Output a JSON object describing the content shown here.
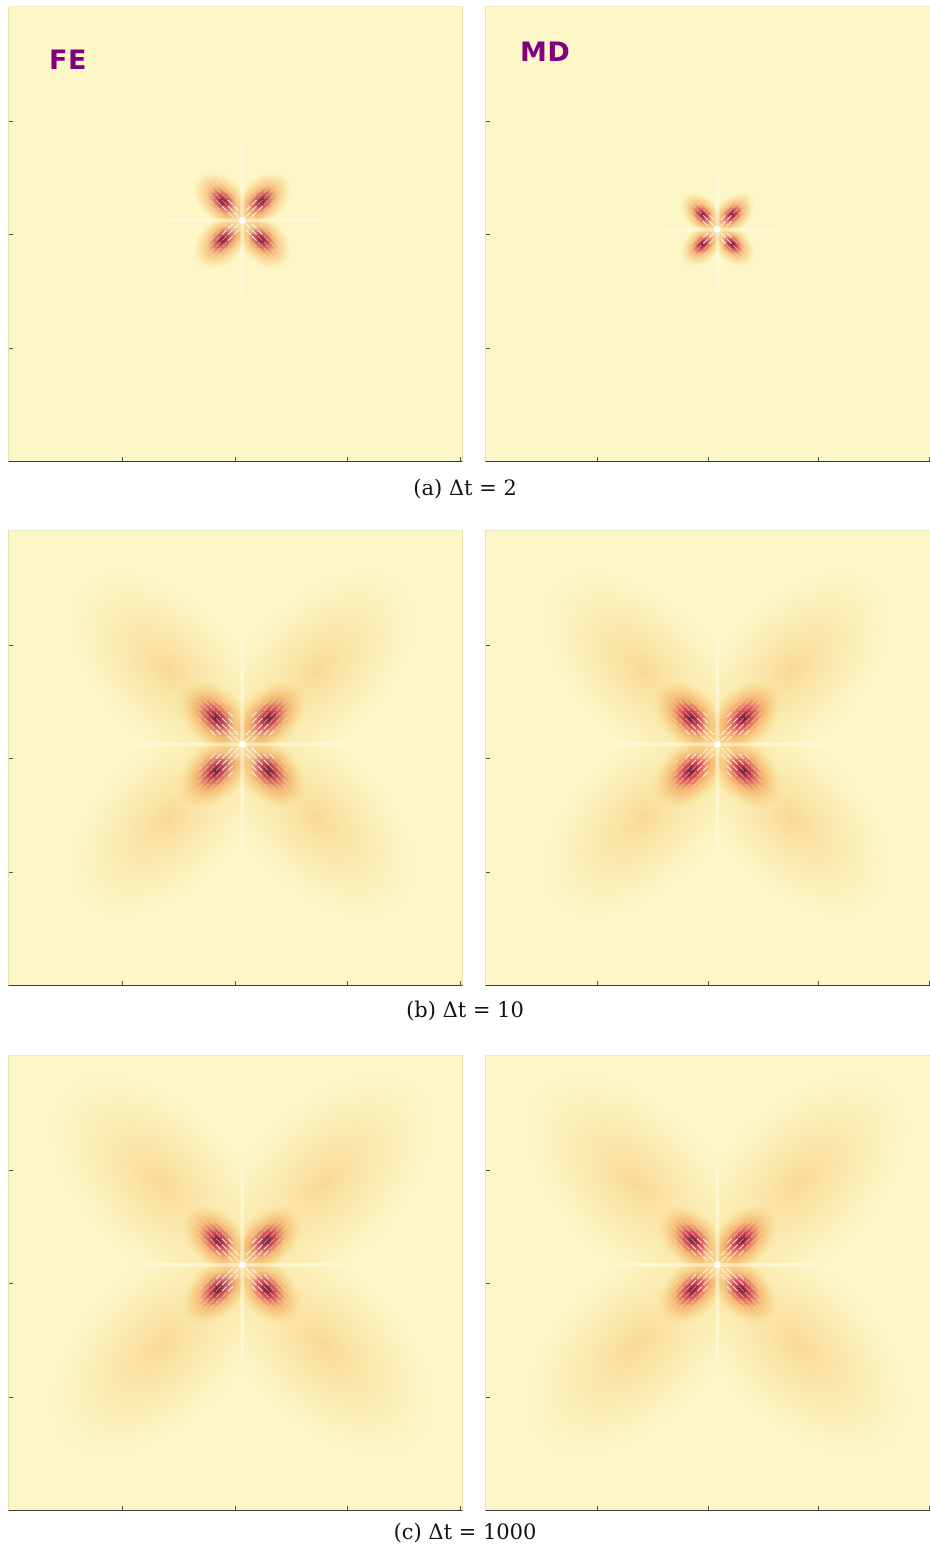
{
  "panels": {
    "left_label": "FE",
    "right_label": "MD"
  },
  "captions": [
    "(a) Δt = 2",
    "(b) Δt = 10",
    "(c) Δt = 1000"
  ],
  "colors": {
    "background_field": "#fdf7c7",
    "label_purple": "#800080",
    "core_dark": "#5a0b2f",
    "mid_red": "#c8334a",
    "orange": "#f2a45a"
  }
}
